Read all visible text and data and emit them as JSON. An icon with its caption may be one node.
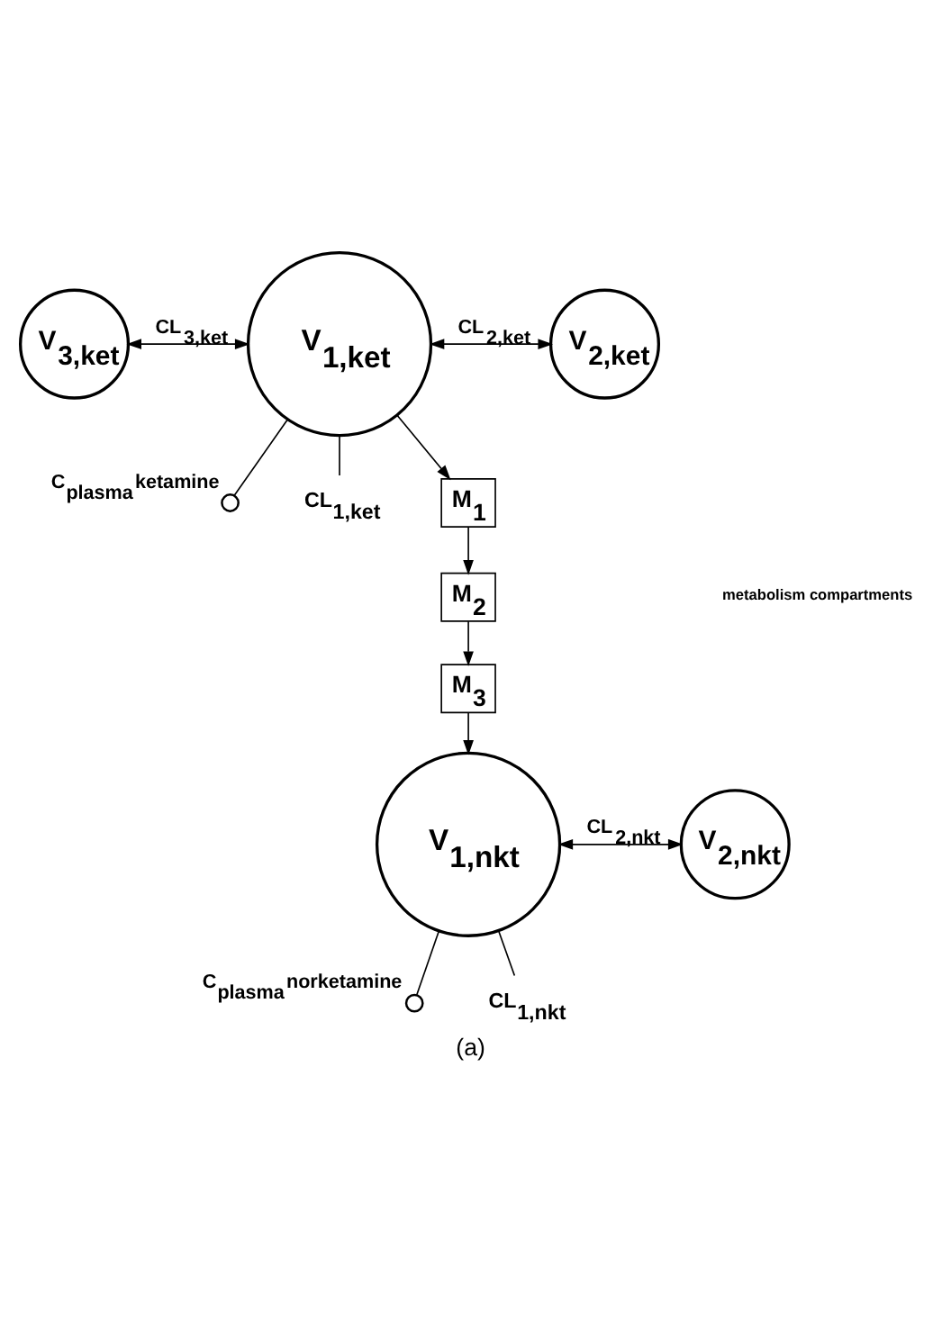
{
  "diagram": {
    "caption": "(a)",
    "nodes": [
      {
        "text": [],
        "shape": "circle",
        "beside": [
          "C$_{plasma}$",
          "ketamine"
        ]
      },
      {
        "text": [
          "V$_{3,ket}$"
        ]
      },
      {
        "text": [
          "V$_{1,ket}$"
        ]
      },
      {
        "text": [
          "V$_{2,ket}$"
        ]
      },
      {
        "text": [
          "CL$_{1,ket}$"
        ]
      },
      {
        "text": [
          "M$_{1}$"
        ]
      },
      {
        "text": [
          "M$_{2}$"
        ]
      },
      {
        "text": [
          "M$_{3}$"
        ]
      },
      {
        "text": [],
        "shape": "circle",
        "beside": [
          "C$_{plasma}$",
          "norketamine"
        ]
      },
      {
        "text": [
          "V$_{1,nkt}$"
        ]
      },
      {
        "text": [
          "V$_{2,nkt}$"
        ]
      },
      {
        "text": [
          "CL$_{1,nkt}$"
        ]
      }
    ],
    "edges": [
      {
        "from": 1,
        "to": 2,
        "arrow": "both",
        "label": "CL$_{3,ket}$"
      },
      {
        "from": 2,
        "to": 3,
        "arrow": "both",
        "label": "CL$_{2,ket}$"
      },
      {
        "from": 2,
        "to": 0,
        "arrow": "none"
      },
      {
        "from": 2,
        "to": 4,
        "arrow": "none"
      },
      {
        "from": 2,
        "to": 5,
        "arrow": "to"
      },
      {
        "from": 5,
        "to": 6,
        "arrow": "to"
      },
      {
        "from": 6,
        "to": 7,
        "arrow": "to"
      },
      {
        "from": 7,
        "to": 9,
        "arrow": "to"
      },
      {
        "from": 9,
        "to": 8,
        "arrow": "none"
      },
      {
        "from": 9,
        "to": 10,
        "arrow": "both",
        "label": "CL$_{2,nkt}$"
      },
      {
        "from": 9,
        "to": 11,
        "arrow": "none"
      }
    ],
    "labels": [
      "metabolism compartments"
    ]
  }
}
